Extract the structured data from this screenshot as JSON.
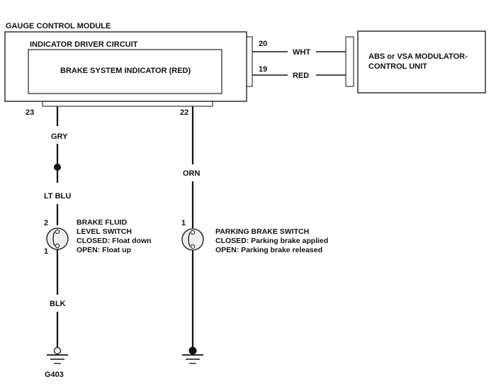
{
  "module": {
    "title": "GAUGE CONTROL MODULE",
    "driver_circuit": "INDICATOR DRIVER CIRCUIT",
    "indicator": "BRAKE SYSTEM INDICATOR (RED)"
  },
  "abs_unit": {
    "line1": "ABS or VSA MODULATOR-",
    "line2": "CONTROL UNIT"
  },
  "connections": {
    "pin20": "20",
    "wht": "WHT",
    "pin19": "19",
    "red": "RED"
  },
  "left_branch": {
    "pin23": "23",
    "gry": "GRY",
    "lt_blu": "LT BLU",
    "switch_pin2": "2",
    "switch_pin1": "1",
    "switch_name1": "BRAKE FLUID",
    "switch_name2": "LEVEL SWITCH",
    "closed": "CLOSED: Float down",
    "open": "OPEN: Float up",
    "blk": "BLK",
    "ground": "G403"
  },
  "right_branch": {
    "pin22": "22",
    "orn": "ORN",
    "switch_pin1": "1",
    "switch_name": "PARKING BRAKE SWITCH",
    "closed": "CLOSED: Parking brake applied",
    "open": "OPEN: Parking brake released"
  },
  "colors": {
    "ink": "#111111",
    "background": "#ffffff",
    "switch_fill": "#eeeeee"
  }
}
